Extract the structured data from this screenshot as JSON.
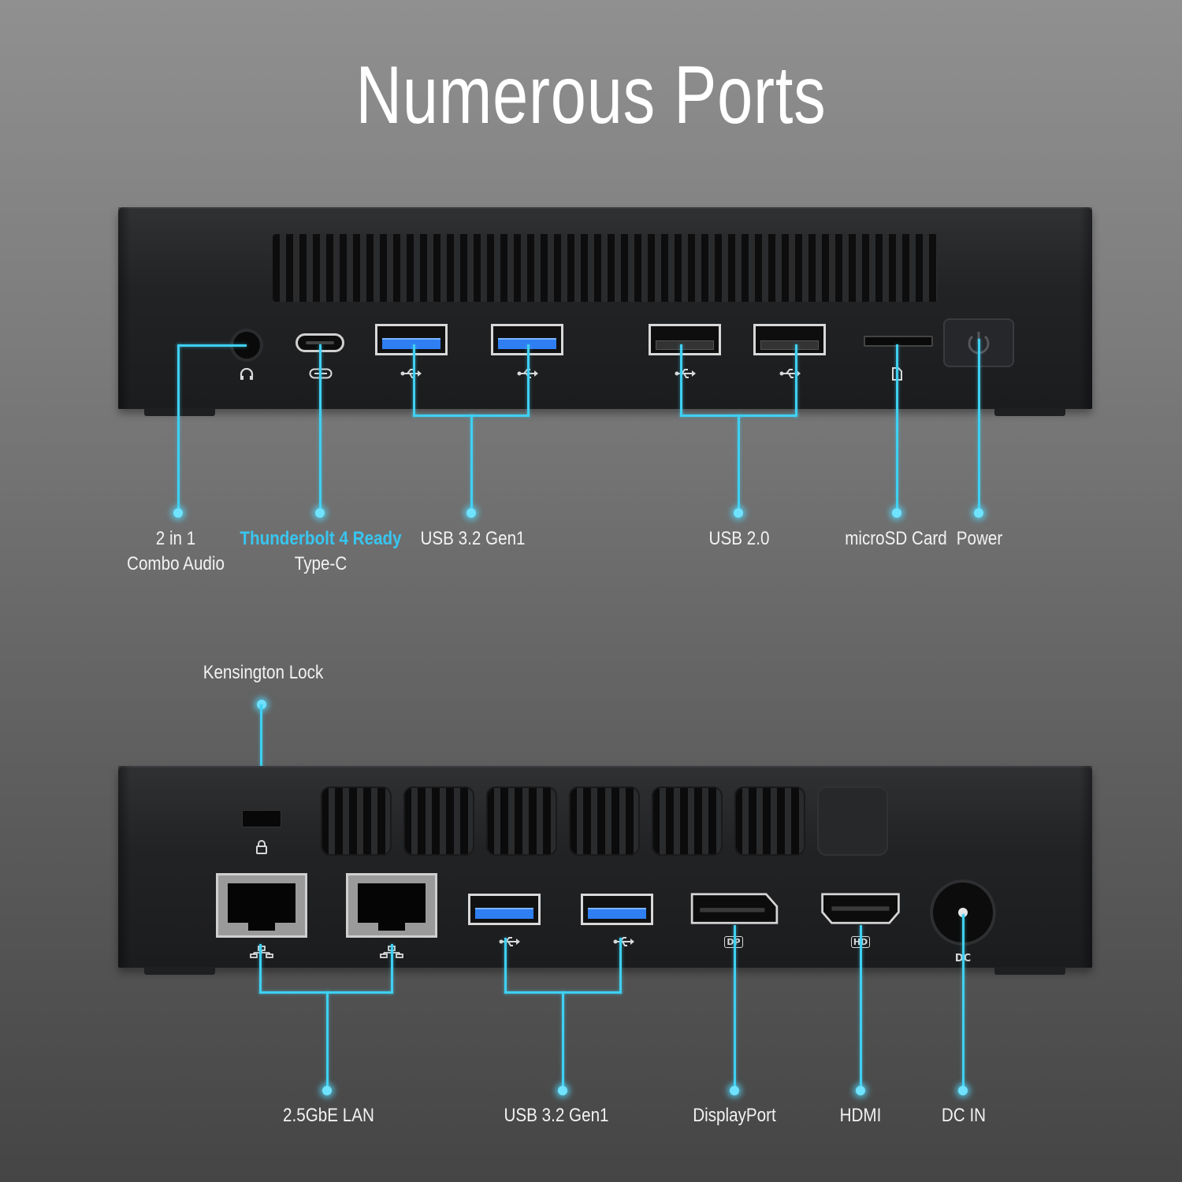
{
  "title": "Numerous Ports",
  "accent_color": "#3fd0f2",
  "front": {
    "labels": {
      "audio_line1": "2 in 1",
      "audio_line2": "Combo Audio",
      "thunderbolt_line1": "Thunderbolt 4 Ready",
      "thunderbolt_line2": "Type-C",
      "usb32": "USB 3.2 Gen1",
      "usb20": "USB 2.0",
      "microsd": "microSD Card",
      "power": "Power"
    },
    "icons": [
      "headphone-icon",
      "type-c-icon",
      "usb-icon",
      "usb-icon",
      "usb-icon",
      "usb-icon",
      "sd-card-icon",
      "power-icon"
    ]
  },
  "back": {
    "labels": {
      "kensington": "Kensington Lock",
      "lan": "2.5GbE LAN",
      "usb32": "USB 3.2 Gen1",
      "displayport": "DisplayPort",
      "hdmi": "HDMI",
      "dcin": "DC IN"
    },
    "port_marks": {
      "dp": "DP",
      "hd": "HD",
      "dc": "DC"
    },
    "icons": [
      "lock-icon",
      "lan-icon",
      "lan-icon",
      "usb-icon",
      "usb-icon"
    ]
  }
}
